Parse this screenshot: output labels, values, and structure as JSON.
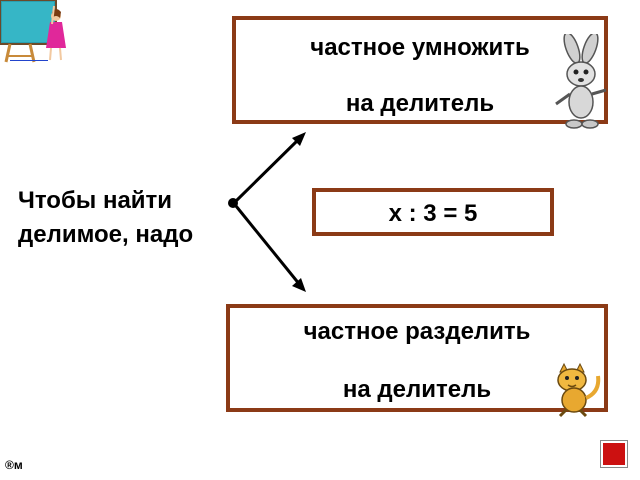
{
  "slide": {
    "prompt_lines": [
      "Чтобы найти",
      "делимое, надо"
    ],
    "top_option_lines": [
      "частное умножить",
      "на делитель"
    ],
    "example": "x : 3 = 5",
    "bottom_option_lines": [
      "частное разделить",
      "на делитель"
    ],
    "copyright_mark": "®м"
  },
  "colors": {
    "box_border": "#8B3A16",
    "nav_button": "#cc1111",
    "arrow": "#000000"
  },
  "icons": {
    "teacher": "teacher-at-board-icon",
    "rabbit": "rabbit-icon",
    "cat": "cat-icon",
    "next": "nav-next-icon"
  }
}
